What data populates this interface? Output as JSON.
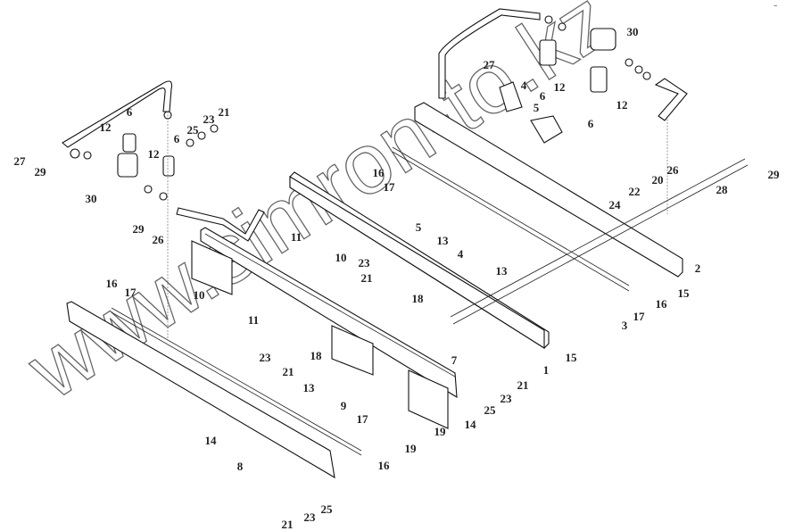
{
  "diagram": {
    "watermark": "www.simron-to.kz",
    "callouts": [
      "27",
      "29",
      "12",
      "6",
      "12",
      "25",
      "23",
      "21",
      "6",
      "30",
      "29",
      "26",
      "27",
      "12",
      "6",
      "30",
      "12",
      "6",
      "4",
      "5",
      "16",
      "17",
      "26",
      "20",
      "22",
      "24",
      "28",
      "29",
      "5",
      "13",
      "4",
      "13",
      "2",
      "15",
      "16",
      "17",
      "3",
      "11",
      "10",
      "23",
      "21",
      "18",
      "1",
      "15",
      "16",
      "17",
      "10",
      "11",
      "23",
      "21",
      "18",
      "7",
      "21",
      "23",
      "25",
      "14",
      "19",
      "13",
      "9",
      "17",
      "19",
      "16",
      "14",
      "8",
      "21",
      "23",
      "25"
    ]
  }
}
